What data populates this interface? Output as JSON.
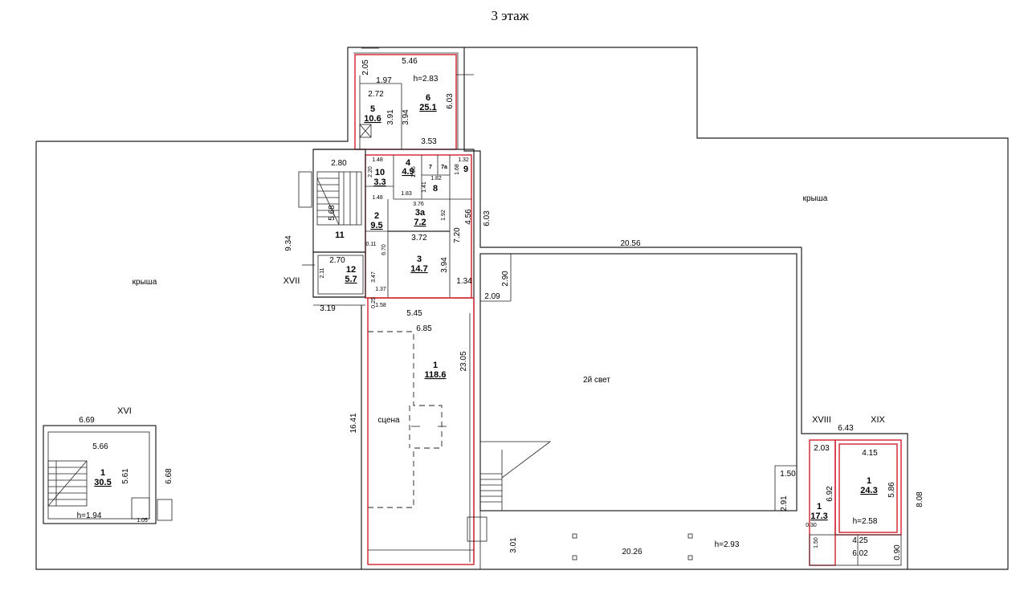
{
  "title": "3 этаж",
  "labels": {
    "roof_left": "крыша",
    "roof_right": "крыша",
    "second_light": "2й свет",
    "stage": "сцена"
  },
  "rooms": {
    "r5": {
      "num": "5",
      "area": "10.6"
    },
    "r6": {
      "num": "6",
      "area": "25.1"
    },
    "r10": {
      "num": "10",
      "area": "3.3"
    },
    "r4": {
      "num": "4",
      "area": "4.9"
    },
    "r7": {
      "num": "7"
    },
    "r7a": {
      "num": "7а"
    },
    "r9": {
      "num": "9"
    },
    "r8": {
      "num": "8"
    },
    "r2": {
      "num": "2",
      "area": "9.5"
    },
    "r3a": {
      "num": "3а",
      "area": "7.2"
    },
    "r11": {
      "num": "11"
    },
    "r12": {
      "num": "12",
      "area": "5.7"
    },
    "r3": {
      "num": "3",
      "area": "14.7"
    },
    "r1": {
      "num": "1",
      "area": "118.6"
    },
    "r1_left": {
      "num": "1",
      "area": "30.5"
    },
    "r1_mid": {
      "num": "1",
      "area": "17.3"
    },
    "r1_right": {
      "num": "1",
      "area": "24.3"
    }
  },
  "heights": {
    "h_top": "h=2.83",
    "h_left": "h=1.94",
    "h_right": "h=2.58",
    "h_bottom": "h=2.93"
  },
  "axes": {
    "xvi": "XVI",
    "xvii": "XVII",
    "xviii": "XVIII",
    "xix": "XIX"
  },
  "dims": {
    "d546": "5.46",
    "d205": "2.05",
    "d197": "1.97",
    "d272": "2.72",
    "d391": "3.91",
    "d394a": "3.94",
    "d603a": "6.03",
    "d353": "3.53",
    "d280": "2.80",
    "d148a": "1.48",
    "d132": "1.32",
    "d220": "2.20",
    "d266": "2.66",
    "d168": "1.68",
    "d141": "1.41",
    "d182": "1.82",
    "d183": "1.83",
    "d148b": "1.48",
    "d568": "5.68",
    "d376": "3.76",
    "d192": "1.92",
    "d456": "4.56",
    "d603b": "6.03",
    "d372": "3.72",
    "d720": "7.20",
    "d934": "9.34",
    "d2056": "20.56",
    "d270": "2.70",
    "d211": "2.11",
    "d347": "3.47",
    "d670": "6.70",
    "d394b": "3.94",
    "d134": "1.34",
    "d290": "2.90",
    "d209": "2.09",
    "d137": "1.37",
    "d158": "1.58",
    "d545": "5.45",
    "d319": "3.19",
    "d685": "6.85",
    "d2305": "23.05",
    "d1641": "16.41",
    "d669": "6.69",
    "d566": "5.66",
    "d561": "5.61",
    "d668": "6.68",
    "d105": "1.05",
    "d643": "6.43",
    "d203": "2.03",
    "d415": "4.15",
    "d150a": "1.50",
    "d692": "6.92",
    "d586": "5.86",
    "d808": "8.08",
    "d291": "2.91",
    "d301": "3.01",
    "d2026": "20.26",
    "d425": "4.25",
    "d602": "6.02",
    "d090": "0.90",
    "d150b": "1.50",
    "d011": "0.11",
    "d025": "0.25",
    "d030": "0.30"
  }
}
